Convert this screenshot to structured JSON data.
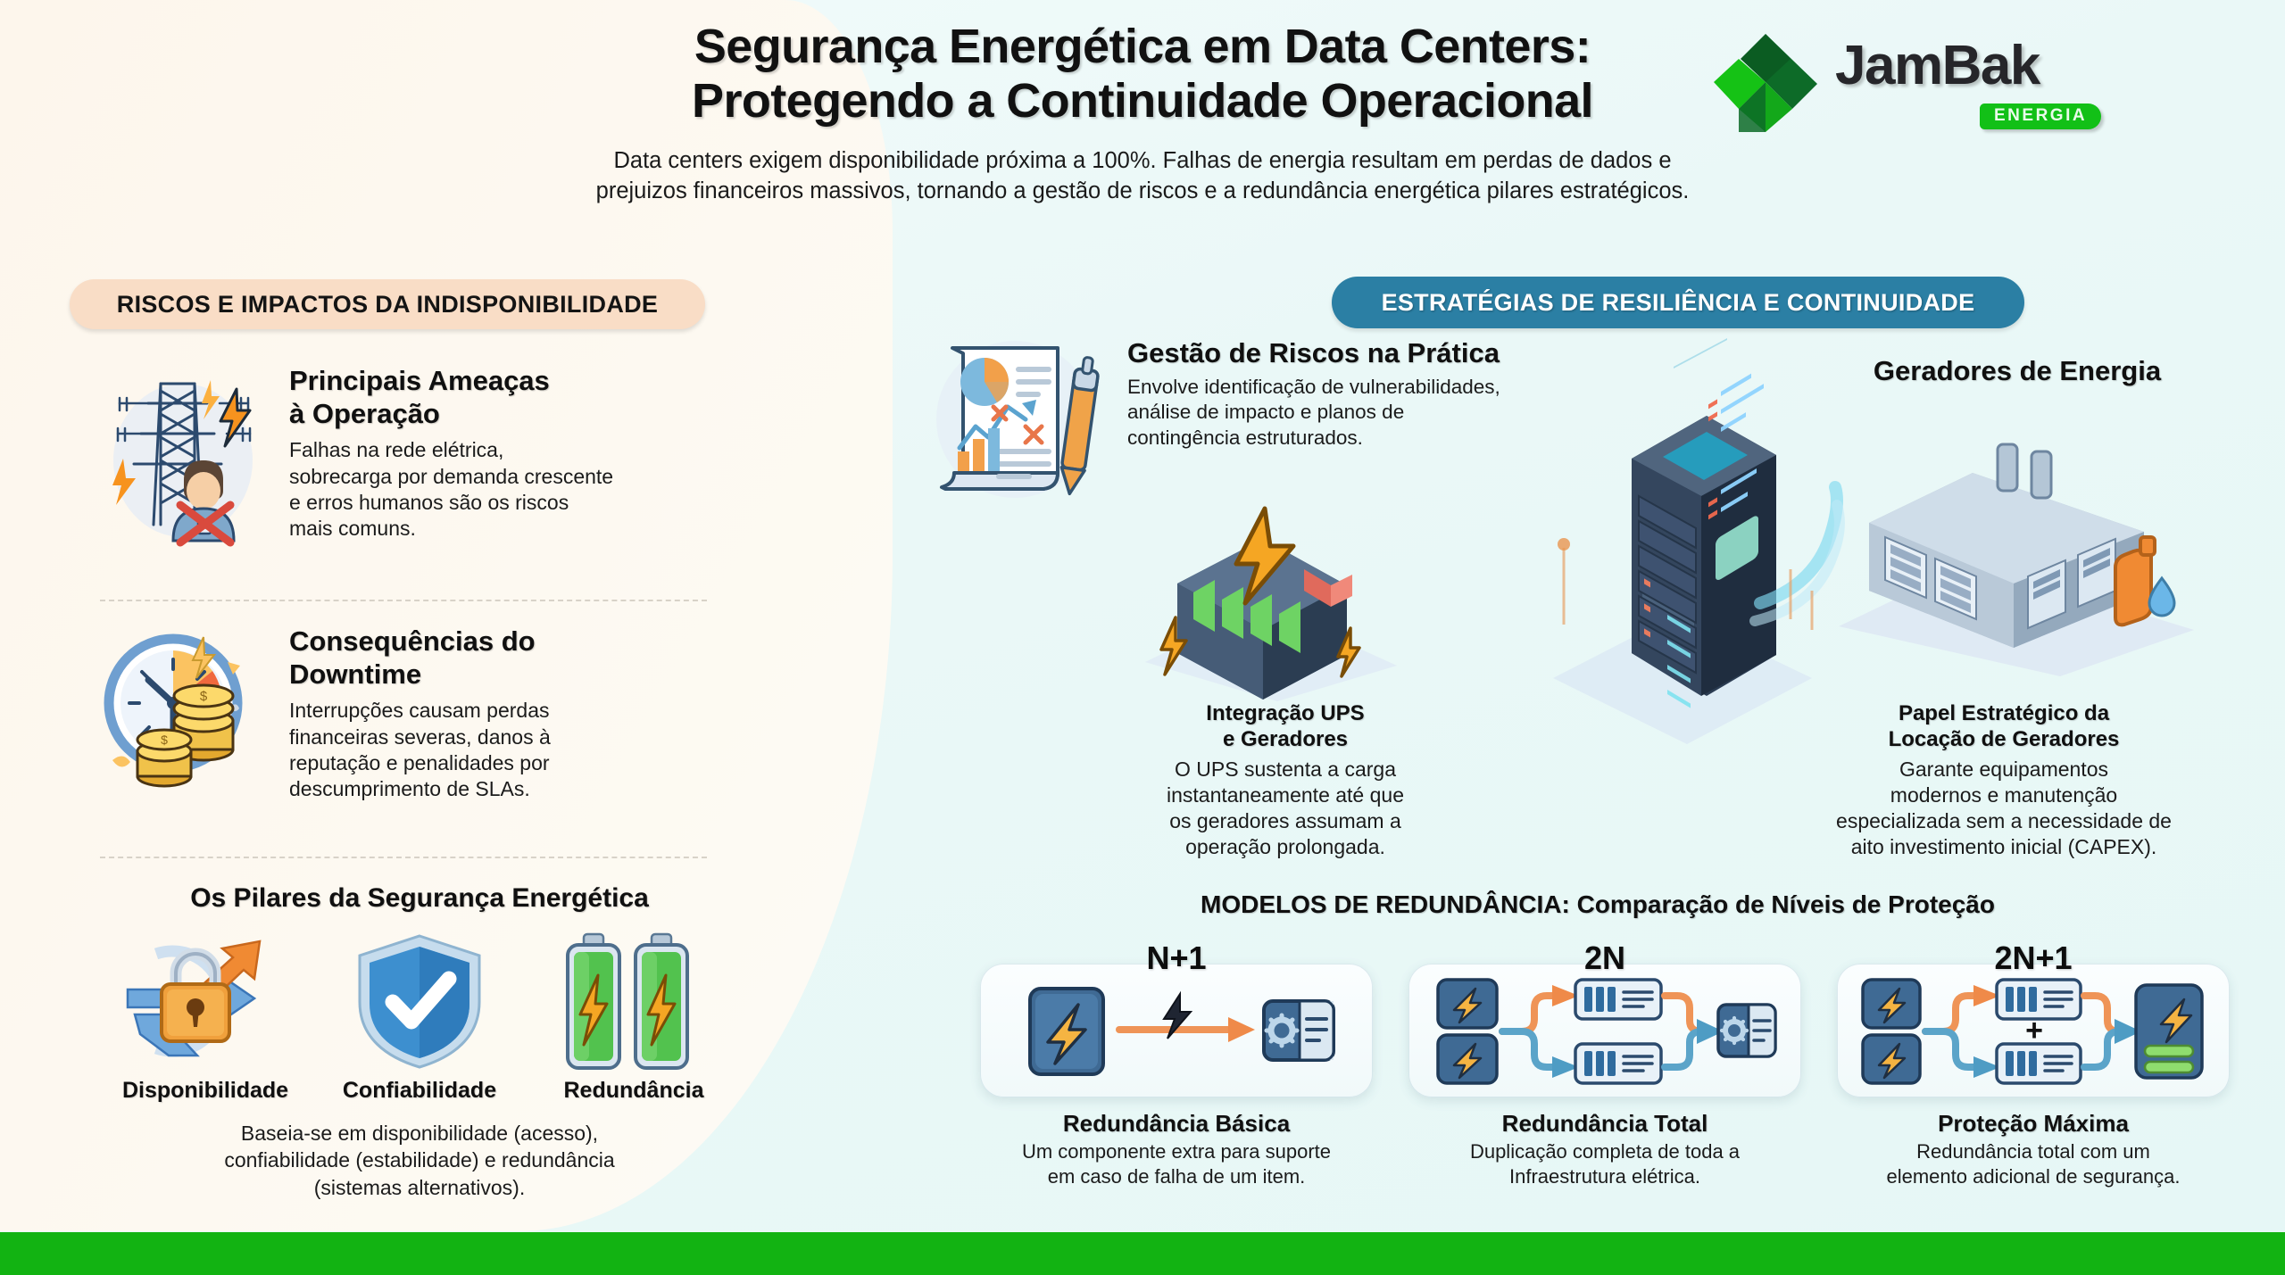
{
  "header": {
    "title_line1": "Segurança Energética em Data Centers:",
    "title_line2": "Protegendo a Continuidade Operacional",
    "subtitle": "Data centers exigem disponibilidade próxima a 100%. Falhas de energia resultam em perdas de dados e prejuizos financeiros massivos, tornando a gestão de riscos e a redundância energética pilares estratégicos."
  },
  "logo": {
    "wordmark": "JamBak",
    "badge": "ENERGIA",
    "colors": {
      "dark_green": "#0d6b28",
      "bright_green": "#15c215",
      "word": "#26262a"
    }
  },
  "sections": {
    "left_pill": "RISCOS E IMPACTOS DA INDISPONIBILIDADE",
    "right_pill": "ESTRATÉGIAS DE RESILIÊNCIA E CONTINUIDADE",
    "left_pill_color": "#f9ddc6",
    "right_pill_color": "#2b7fa4"
  },
  "risks": [
    {
      "icon": "power-tower-icon",
      "title": "Principais Ameaças\nà Operação",
      "body": "Falhas na rede elétrica,\nsobrecarga por demanda crescente\ne erros humanos são os riscos\nmais comuns."
    },
    {
      "icon": "broken-clock-coins-icon",
      "title": "Consequências do\nDowntime",
      "body": "Interrupções causam perdas\nfinanceiras severas, danos à\nreputação e penalidades por\ndescumprimento de SLAs."
    }
  ],
  "pillars": {
    "title": "Os Pilares da Segurança Energética",
    "items": [
      {
        "icon": "padlock-arrows-icon",
        "label": "Disponibilidade"
      },
      {
        "icon": "shield-check-icon",
        "label": "Confiabilidade"
      },
      {
        "icon": "double-battery-icon",
        "label": "Redundância"
      }
    ],
    "caption": "Baseia-se em disponibilidade (acesso),\nconfiabilidade (estabilidade) e redundância\n(sistemas alternativos)."
  },
  "strategies": {
    "risk_management": {
      "icon": "report-chart-pen-icon",
      "title": "Gestão de Riscos na Prática",
      "body": "Envolve identificação de vulnerabilidades,\nanálise de impacto e planos de\ncontingência estruturados."
    },
    "generators_heading": "Geradores de Energia",
    "ups": {
      "icon": "ups-battery-icon",
      "title": "Integração UPS\ne Geradores",
      "body": "O UPS sustenta a carga\ninstantaneamente até que\nos geradores assumam a\noperação prolongada."
    },
    "rental": {
      "icon": "generator-unit-icon",
      "title": "Papel Estratégico da\nLocação de Geradores",
      "body": "Garante equipamentos\nmodernos e manutenção\nespecializada sem a necessidade de\naito investimento inicial (CAPEX)."
    },
    "server_icon": "server-rack-icon"
  },
  "redundancy": {
    "title": "MODELOS DE REDUNDÂNCIA: Comparação de Níveis de Proteção",
    "models": [
      {
        "badge": "N+1",
        "name": "Redundância Básica",
        "desc": "Um componente extra para suporte\nem caso de falha de um item."
      },
      {
        "badge": "2N",
        "name": "Redundância Total",
        "desc": "Duplicação completa de toda a\nInfraestrutura elétrica."
      },
      {
        "badge": "2N+1",
        "name": "Proteção Máxima",
        "desc": "Redundância total com um\nelemento adicional de segurança."
      }
    ],
    "plus_symbol": "+"
  },
  "footer": {
    "bar_color": "#12b312"
  }
}
